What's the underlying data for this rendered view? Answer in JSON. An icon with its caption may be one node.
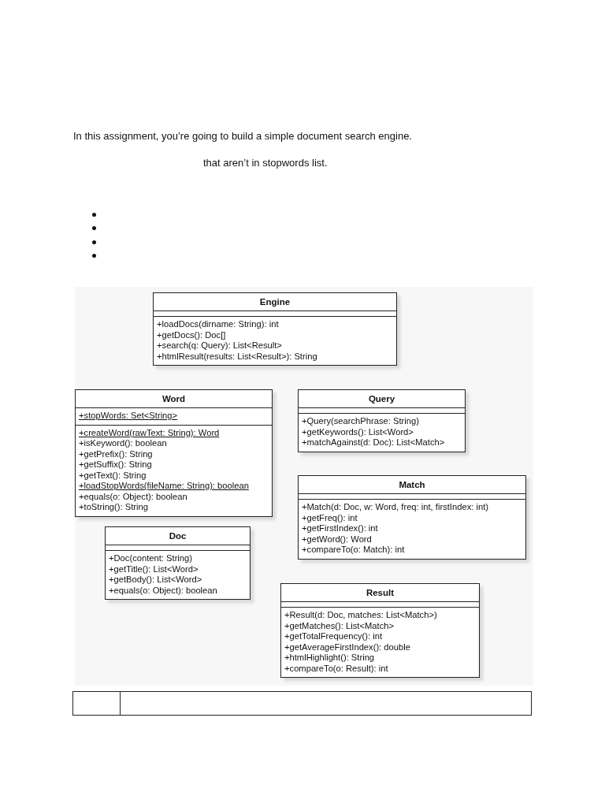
{
  "diagram": {
    "nodes": [
      {
        "text": [
          "Engine",
          "+loadDocs(dirname: String): int",
          "+getDocs(): Doc[]",
          "+search(q: Query): List<Result>",
          "+htmlResult(results: List<Result>): String"
        ]
      },
      {
        "text": [
          "Word",
          "+stopWords: Set<String>",
          "+createWord(rawText: String): Word",
          "+isKeyword(): boolean",
          "+getPrefix(): String",
          "+getSuffix(): String",
          "+getText(): String",
          "+loadStopWords(fileName: String): boolean",
          "+equals(o: Object): boolean",
          "+toString(): String"
        ]
      },
      {
        "text": [
          "Query",
          "+Query(searchPhrase: String)",
          "+getKeywords(): List<Word>",
          "+matchAgainst(d: Doc): List<Match>"
        ]
      },
      {
        "text": [
          "Match",
          "+Match(d: Doc, w: Word, freq: int, firstIndex: int)",
          "+getFreq(): int",
          "+getFirstIndex(): int",
          "+getWord(): Word",
          "+compareTo(o: Match): int"
        ]
      },
      {
        "text": [
          "Doc",
          "+Doc(content: String)",
          "+getTitle(): List<Word>",
          "+getBody(): List<Word>",
          "+equals(o: Object): boolean"
        ]
      },
      {
        "text": [
          "Result",
          "+Result(d: Doc, matches: List<Match>)",
          "+getMatches(): List<Match>",
          "+getTotalFrequency(): int",
          "+getAverageFirstIndex(): double",
          "+htmlHighlight(): String",
          "+compareTo(o: Result): int"
        ]
      },
      {
        "text": [],
        "shape": "box"
      },
      {
        "text": [],
        "shape": "box"
      }
    ],
    "labels": [
      "In this assignment, you’re going to build a simple document search engine.",
      "that aren’t in stopwords list."
    ]
  }
}
